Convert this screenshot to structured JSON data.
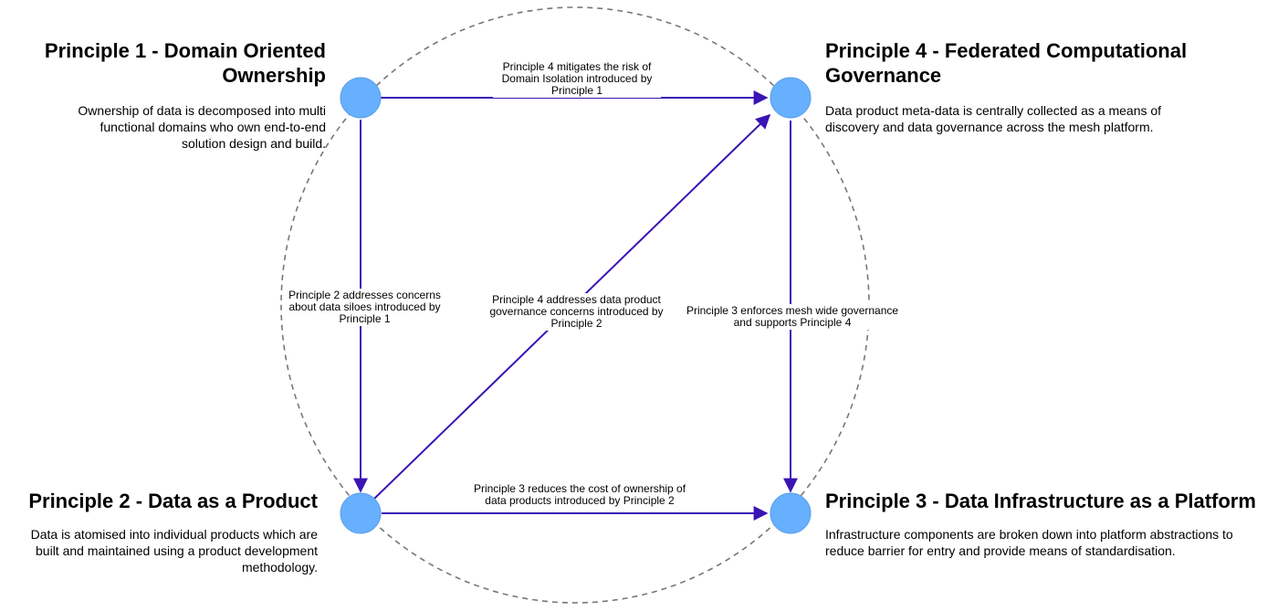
{
  "principles": {
    "p1": {
      "title": "Principle 1 - Domain Oriented Ownership",
      "description": "Ownership of data is decomposed into multi functional domains who own end-to-end solution design and build."
    },
    "p2": {
      "title": "Principle 2 - Data as a Product",
      "description": "Data is atomised into individual products which are built and maintained using a product development methodology."
    },
    "p3": {
      "title": "Principle 3 - Data Infrastructure as a Platform",
      "description": "Infrastructure components are broken down into platform abstractions to reduce barrier for entry and provide means of standardisation."
    },
    "p4": {
      "title": "Principle 4 - Federated Computational Governance",
      "description": "Data product meta-data is centrally collected as a means of discovery and data governance across the mesh platform."
    }
  },
  "edges": {
    "p4_to_p1": "Principle 4 mitigates the risk of Domain Isolation introduced by Principle 1",
    "p2_to_p1": "Principle 2 addresses concerns about data siloes introduced by Principle 1",
    "p4_to_p2": "Principle 4 addresses data product governance concerns introduced by Principle 2",
    "p3_to_p4": "Principle 3 enforces mesh wide governance and supports Principle 4",
    "p3_to_p2": "Principle 3 reduces the cost of ownership of data products introduced by Principle 2"
  },
  "colors": {
    "node": "#66b0ff",
    "node_stroke": "#5a9ee8",
    "edge": "#3a14b4",
    "circle": "#777777"
  }
}
